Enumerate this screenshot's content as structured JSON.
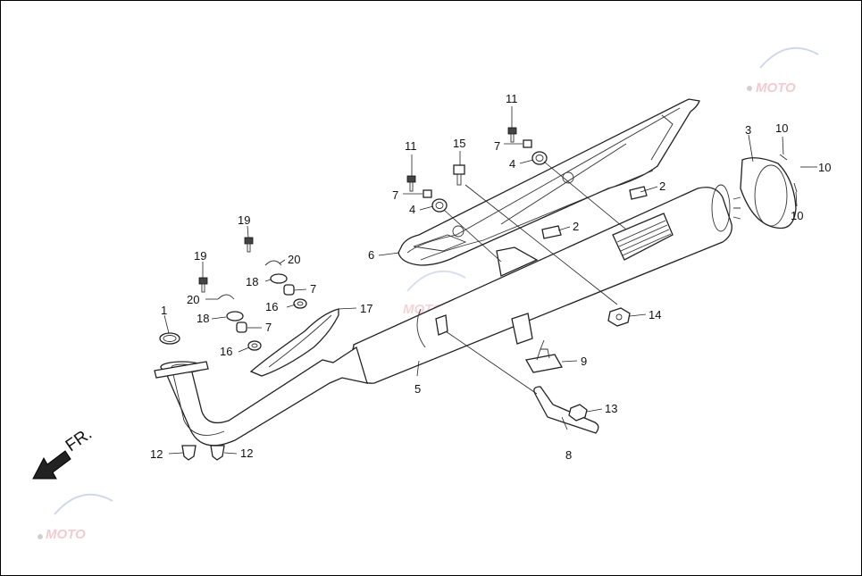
{
  "direction_label": "FR.",
  "callouts": {
    "c1": "1",
    "c2a": "2",
    "c2b": "2",
    "c3": "3",
    "c4a": "4",
    "c4b": "4",
    "c5": "5",
    "c6": "6",
    "c7a": "7",
    "c7b": "7",
    "c7c": "7",
    "c7d": "7",
    "c8": "8",
    "c9": "9",
    "c10a": "10",
    "c10b": "10",
    "c10c": "10",
    "c11a": "11",
    "c11b": "11",
    "c12a": "12",
    "c12b": "12",
    "c13": "13",
    "c14": "14",
    "c15": "15",
    "c16a": "16",
    "c16b": "16",
    "c17": "17",
    "c18a": "18",
    "c18b": "18",
    "c19a": "19",
    "c19b": "19",
    "c20a": "20",
    "c20b": "20"
  },
  "watermark": {
    "text": "MOTO",
    "colors": [
      "#e8a0a8",
      "#a8b8e0"
    ]
  }
}
